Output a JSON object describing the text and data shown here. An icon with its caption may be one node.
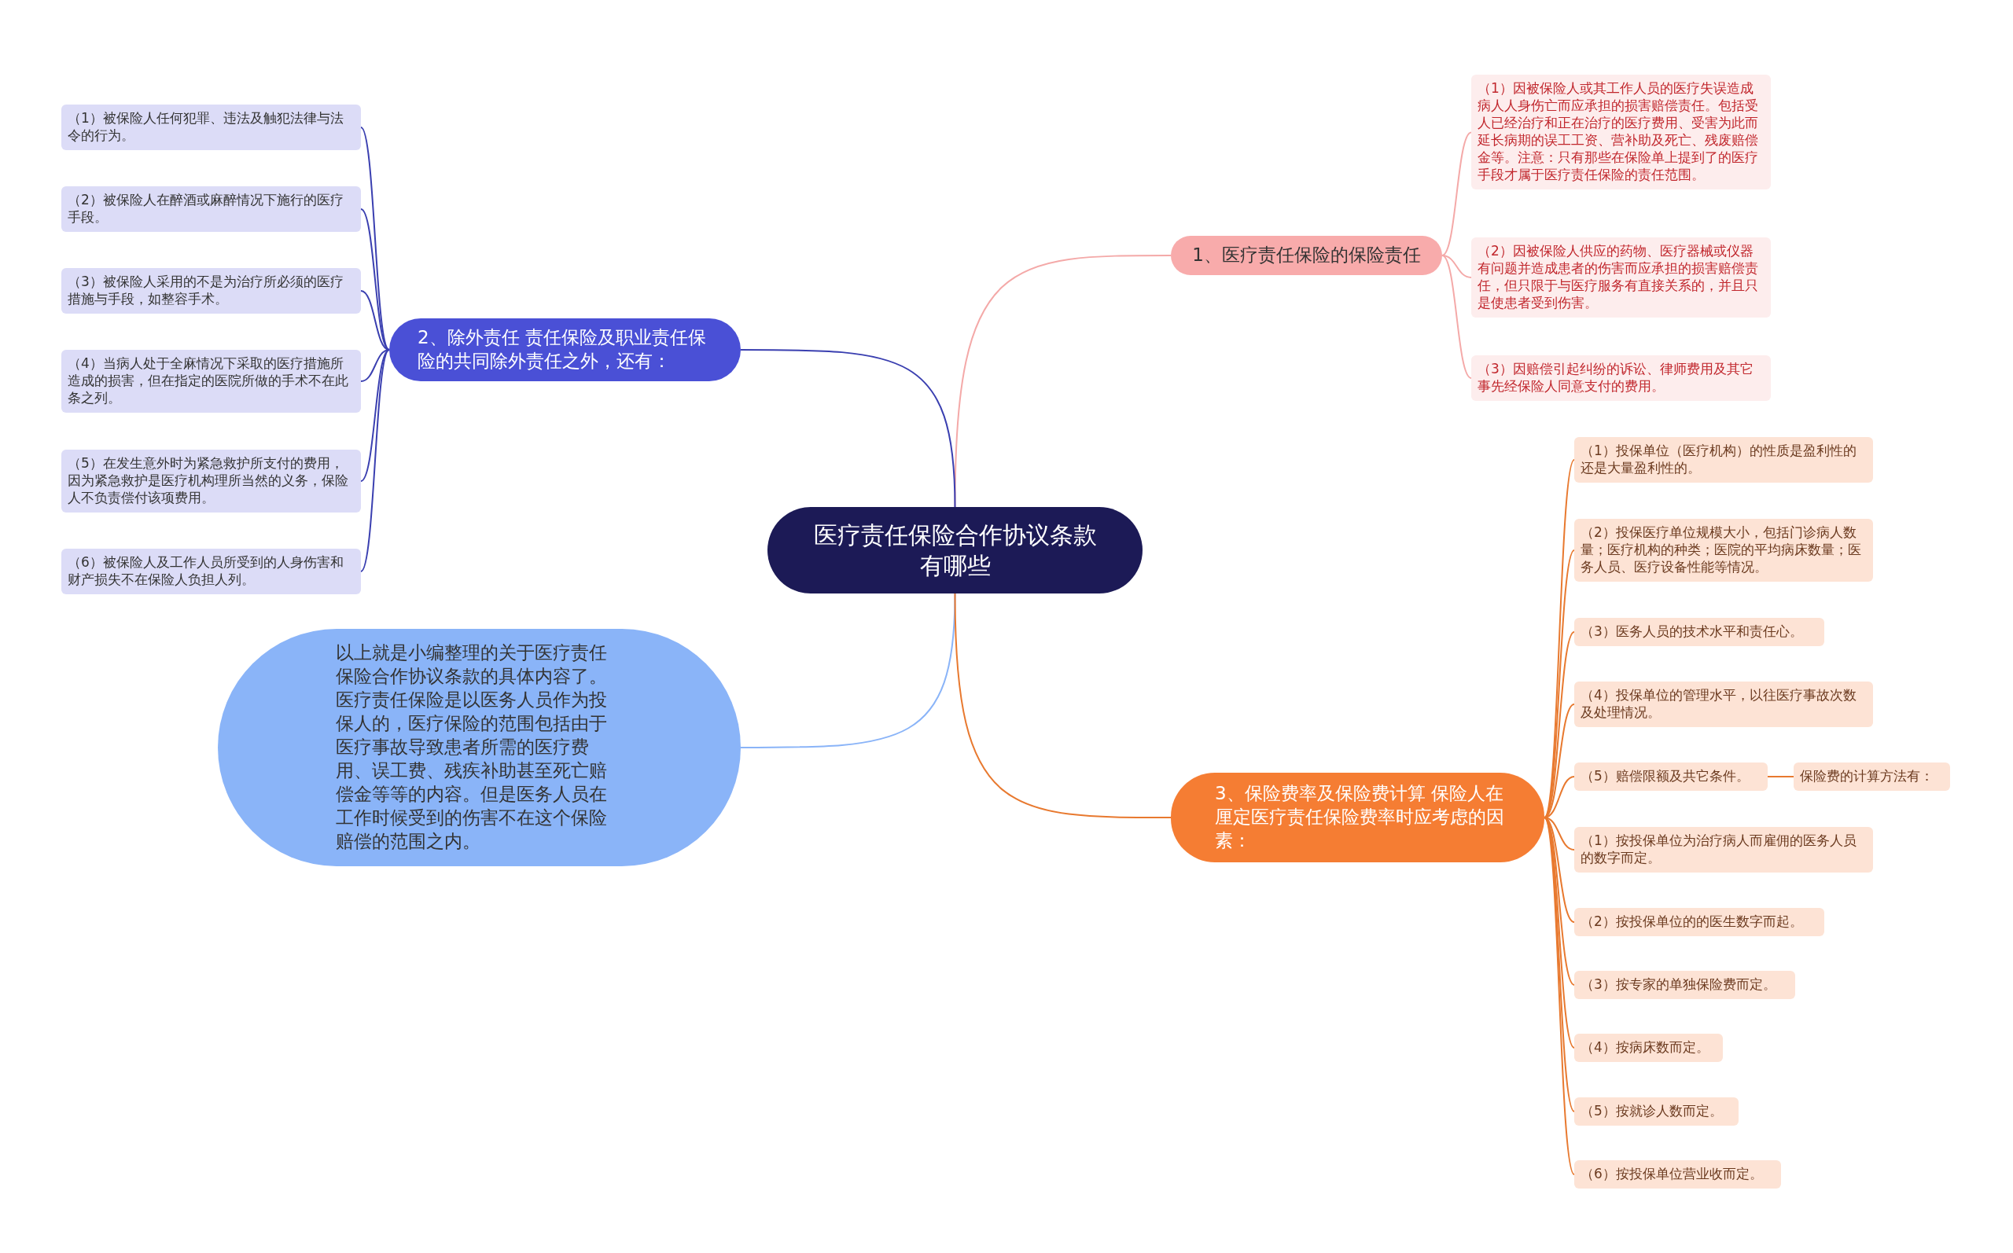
{
  "diagram": {
    "nodes": [
      {
        "text": [
          "医疗责任保险合作协议条款有哪些"
        ]
      },
      {
        "text": [
          "1、医疗责任保险的保险责任"
        ]
      },
      {
        "text": [
          "（1）因被保险人或其工作人员的医疗失误造成病人人身伤亡而应承担的损害赔偿责任。包括受人已经治疗和正在治疗的医疗费用、受害为此而延长病期的误工工资、营补助及死亡、残废赔偿金等。注意：只有那些在保险单上提到了的医疗手段才属于医疗责任保险的责任范围。"
        ]
      },
      {
        "text": [
          "（2）因被保险人供应的药物、医疗器械或仪器有问题并造成患者的伤害而应承担的损害赔偿责任，但只限于与医疗服务有直接关系的，并且只是使患者受到伤害。"
        ]
      },
      {
        "text": [
          "（3）因赔偿引起纠纷的诉讼、律师费用及其它事先经保险人同意支付的费用。"
        ]
      },
      {
        "text": [
          "2、除外责任 责任保险及职业责任保险的共同除外责任之外，还有："
        ]
      },
      {
        "text": [
          "（1）被保险人任何犯罪、违法及触犯法律与法令的行为。"
        ]
      },
      {
        "text": [
          "（2）被保险人在醉酒或麻醉情况下施行的医疗手段。"
        ]
      },
      {
        "text": [
          "（3）被保险人采用的不是为治疗所必须的医疗措施与手段，如整容手术。"
        ]
      },
      {
        "text": [
          "（4）当病人处于全麻情况下采取的医疗措施所造成的损害，但在指定的医院所做的手术不在此条之列。"
        ]
      },
      {
        "text": [
          "（5）在发生意外时为紧急救护所支付的费用，因为紧急救护是医疗机构理所当然的义务，保险人不负责偿付该项费用。"
        ]
      },
      {
        "text": [
          "（6）被保险人及工作人员所受到的人身伤害和财产损失不在保险人负担人列。"
        ]
      },
      {
        "text": [
          "以上就是小编整理的关于医疗责任保险合作协议条款的具体内容了。医疗责任保险是以医务人员作为投保人的，医疗保险的范围包括由于医疗事故导致患者所需的医疗费用、误工费、残疾补助甚至死亡赔偿金等等的内容。但是医务人员在工作时候受到的伤害不在这个保险赔偿的范围之内。"
        ]
      },
      {
        "text": [
          "3、保险费率及保险费计算 保险人在厘定医疗责任保险费率时应考虑的因素："
        ]
      },
      {
        "text": [
          "（1）投保单位（医疗机构）的性质是盈利性的还是大量盈利性的。"
        ]
      },
      {
        "text": [
          "（2）投保医疗单位规模大小，包括门诊病人数量；医疗机构的种类；医院的平均病床数量；医务人员、医疗设备性能等情况。"
        ]
      },
      {
        "text": [
          "（3）医务人员的技术水平和责任心。"
        ]
      },
      {
        "text": [
          "（4）投保单位的管理水平，以往医疗事故次数及处理情况。"
        ]
      },
      {
        "text": [
          "（5）赔偿限额及共它条件。"
        ]
      },
      {
        "text": [
          "保险费的计算方法有："
        ]
      },
      {
        "text": [
          "（1）按投保单位为治疗病人而雇佣的医务人员的数字而定。"
        ]
      },
      {
        "text": [
          "（2）按投保单位的的医生数字而起。"
        ]
      },
      {
        "text": [
          "（3）按专家的单独保险费而定。"
        ]
      },
      {
        "text": [
          "（4）按病床数而定。"
        ]
      },
      {
        "text": [
          "（5）按就诊人数而定。"
        ]
      },
      {
        "text": [
          "（6）按投保单位营业收而定。"
        ]
      }
    ],
    "edges": [
      {
        "from": 0,
        "to": 1,
        "arrow": "none",
        "color": "#f4a9a8"
      },
      {
        "from": 0,
        "to": 5,
        "arrow": "none",
        "color": "#3a3fb0"
      },
      {
        "from": 0,
        "to": 12,
        "arrow": "none",
        "color": "#8ab4f8"
      },
      {
        "from": 0,
        "to": 13,
        "arrow": "none"
      },
      {
        "from": 1,
        "to": 2,
        "arrow": "none",
        "color": "#f4a9a8"
      },
      {
        "from": 1,
        "to": 3,
        "arrow": "none",
        "color": "#f4a9a8"
      },
      {
        "from": 1,
        "to": 4,
        "arrow": "none",
        "color": "#f4a9a8"
      },
      {
        "from": 5,
        "to": 6,
        "arrow": "none",
        "color": "#3a3fb0"
      },
      {
        "from": 5,
        "to": 7,
        "arrow": "none",
        "color": "#3a3fb0"
      },
      {
        "from": 5,
        "to": 8,
        "arrow": "none",
        "color": "#3a3fb0"
      },
      {
        "from": 5,
        "to": 9,
        "arrow": "none",
        "color": "#3a3fb0"
      },
      {
        "from": 5,
        "to": 10,
        "arrow": "none",
        "color": "#3a3fb0"
      },
      {
        "from": 5,
        "to": 11,
        "arrow": "none",
        "color": "#3a3fb0"
      },
      {
        "from": 13,
        "to": 14,
        "arrow": "none"
      },
      {
        "from": 13,
        "to": 15,
        "arrow": "none"
      },
      {
        "from": 13,
        "to": 16,
        "arrow": "none"
      },
      {
        "from": 13,
        "to": 17,
        "arrow": "none"
      },
      {
        "from": 13,
        "to": 18,
        "arrow": "none"
      },
      {
        "from": 18,
        "to": 19,
        "arrow": "none"
      },
      {
        "from": 13,
        "to": 20,
        "arrow": "none"
      },
      {
        "from": 13,
        "to": 21,
        "arrow": "none"
      },
      {
        "from": 13,
        "to": 22,
        "arrow": "none"
      },
      {
        "from": 13,
        "to": 23,
        "arrow": "none"
      },
      {
        "from": 13,
        "to": 24,
        "arrow": "none"
      },
      {
        "from": 13,
        "to": 25,
        "arrow": "none"
      }
    ]
  }
}
